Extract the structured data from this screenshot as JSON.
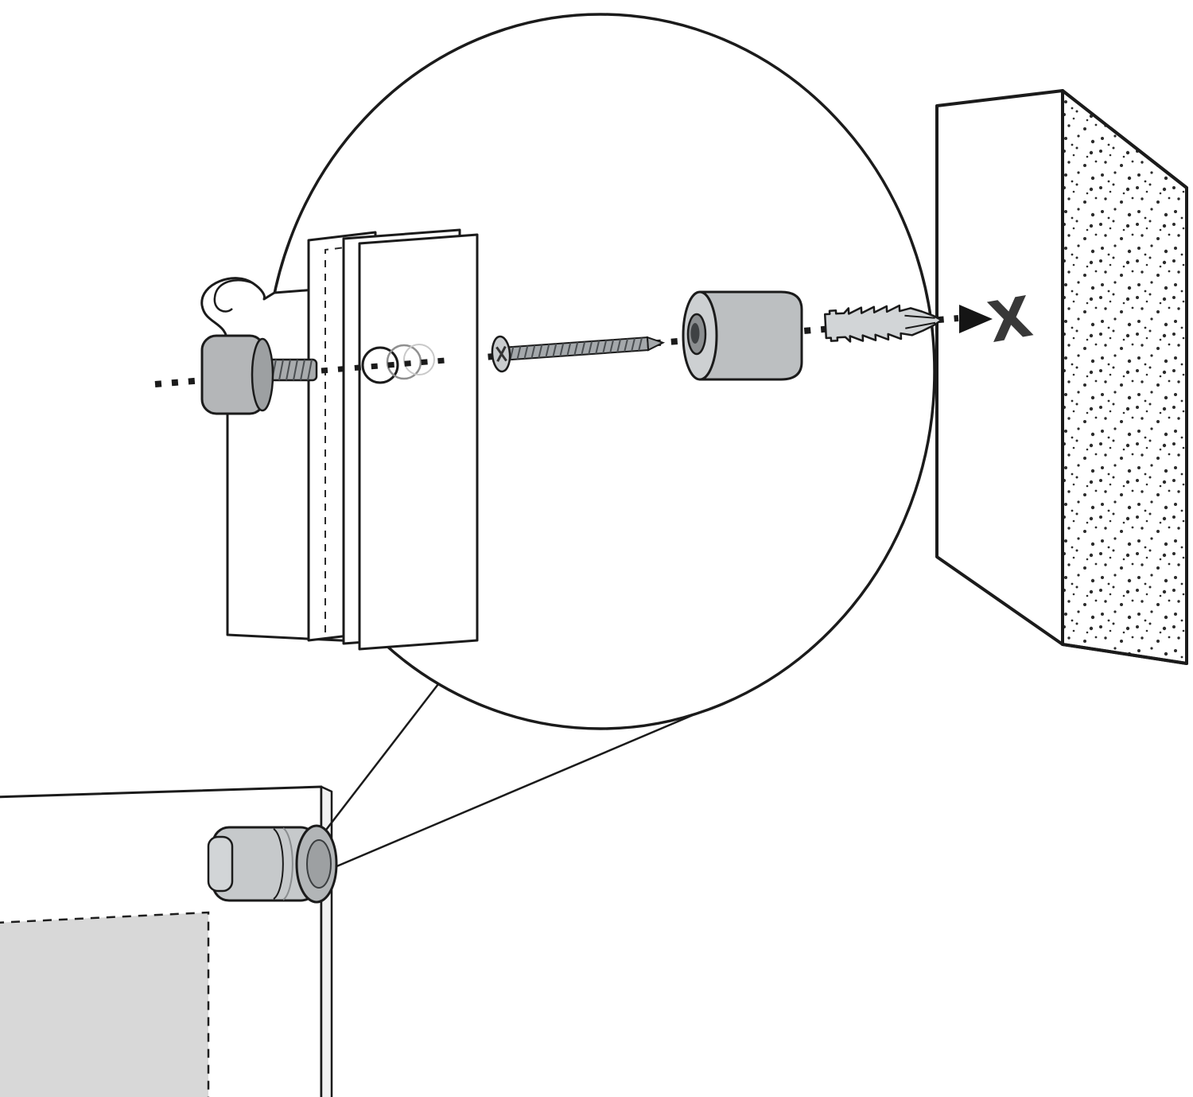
{
  "figure": {
    "type": "exploded-assembly-diagram",
    "wall_mark": "X",
    "colors": {
      "outline": "#1b1b1b",
      "metal": "#b4b6b8",
      "metal_dark": "#9da0a2",
      "metal_light": "#cdd0d2",
      "panel_white": "#ffffff",
      "graphic_gray": "#d8d8d8",
      "mark_gray": "#383838",
      "arrow_black": "#151515"
    },
    "parts": [
      {
        "id": "magnifier-circle",
        "name": "magnification circle"
      },
      {
        "id": "thumb-screw-cap",
        "name": "standoff cap with threaded stud"
      },
      {
        "id": "protective-film",
        "name": "peeled protective film"
      },
      {
        "id": "acrylic-panel-stack",
        "name": "acrylic sign panels with mounting holes"
      },
      {
        "id": "mounting-screw",
        "name": "mounting screw"
      },
      {
        "id": "barrel-spacer",
        "name": "barrel spacer"
      },
      {
        "id": "wall-anchor",
        "name": "expansion wall anchor"
      },
      {
        "id": "drill-arrow-icon",
        "name": "direction arrow to drill point"
      },
      {
        "id": "wall-block",
        "name": "wall section with marked drill point"
      },
      {
        "id": "sign-panel",
        "name": "mounted sign panel"
      },
      {
        "id": "corner-standoff",
        "name": "corner standoff fixing"
      }
    ]
  }
}
